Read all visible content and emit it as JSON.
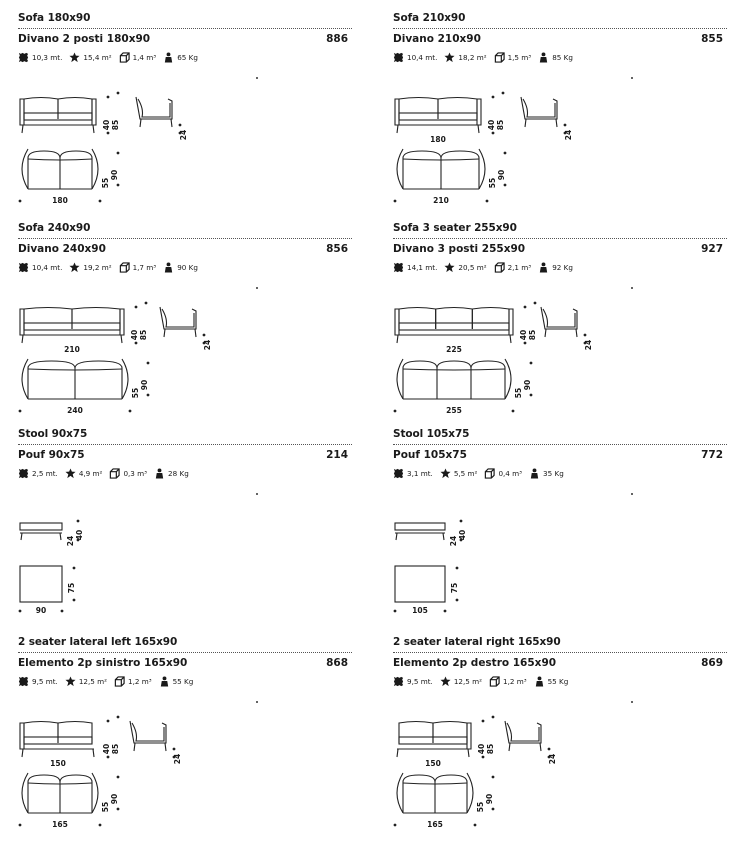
{
  "products": [
    {
      "title_en": "Sofa 180x90",
      "title_it": "Divano 2 posti 180x90",
      "code": "886",
      "specs": {
        "fabric": "10,3 mt.",
        "leather": "15,4 m²",
        "volume": "1,4 m³",
        "weight": "65 Kg"
      },
      "dims": {
        "front": "",
        "depth_front": "40",
        "height": "85",
        "depth_side": "24",
        "plan_width": "180",
        "seat_height": "55",
        "depth": "90"
      }
    },
    {
      "title_en": "Sofa 210x90",
      "title_it": "Divano 210x90",
      "code": "855",
      "specs": {
        "fabric": "10,4 mt.",
        "leather": "18,2 m²",
        "volume": "1,5 m³",
        "weight": "85 Kg"
      },
      "dims": {
        "front": "180",
        "depth_front": "40",
        "height": "85",
        "depth_side": "24",
        "plan_width": "210",
        "seat_height": "55",
        "depth": "90"
      }
    },
    {
      "title_en": "Sofa 240x90",
      "title_it": "Divano 240x90",
      "code": "856",
      "specs": {
        "fabric": "10,4 mt.",
        "leather": "19,2 m²",
        "volume": "1,7 m³",
        "weight": "90 Kg"
      },
      "dims": {
        "front": "210",
        "depth_front": "40",
        "height": "85",
        "depth_side": "24",
        "plan_width": "240",
        "seat_height": "55",
        "depth": "90"
      }
    },
    {
      "title_en": "Sofa 3 seater 255x90",
      "title_it": "Divano 3 posti 255x90",
      "code": "927",
      "specs": {
        "fabric": "14,1 mt.",
        "leather": "20,5 m²",
        "volume": "2,1 m³",
        "weight": "92 Kg"
      },
      "dims": {
        "front": "225",
        "depth_front": "40",
        "height": "85",
        "depth_side": "24",
        "plan_width": "255",
        "seat_height": "55",
        "depth": "90"
      }
    },
    {
      "title_en": "Stool 90x75",
      "title_it": "Pouf 90x75",
      "code": "214",
      "specs": {
        "fabric": "2,5 mt.",
        "leather": "4,9 m²",
        "volume": "0,3 m³",
        "weight": "28 Kg"
      },
      "dims": {
        "depth_side": "24",
        "height": "40",
        "plan_width": "90",
        "depth": "75"
      }
    },
    {
      "title_en": "Stool 105x75",
      "title_it": "Pouf 105x75",
      "code": "772",
      "specs": {
        "fabric": "3,1 mt.",
        "leather": "5,5 m²",
        "volume": "0,4 m³",
        "weight": "35 Kg"
      },
      "dims": {
        "depth_side": "24",
        "height": "40",
        "plan_width": "105",
        "depth": "75"
      }
    },
    {
      "title_en": "2 seater lateral left 165x90",
      "title_it": "Elemento 2p sinistro 165x90",
      "code": "868",
      "specs": {
        "fabric": "9,5 mt.",
        "leather": "12,5 m²",
        "volume": "1,2 m³",
        "weight": "55 Kg"
      },
      "dims": {
        "front": "150",
        "depth_front": "40",
        "height": "85",
        "depth_side": "24",
        "plan_width": "165",
        "seat_height": "55",
        "depth": "90"
      }
    },
    {
      "title_en": "2 seater lateral right 165x90",
      "title_it": "Elemento 2p destro 165x90",
      "code": "869",
      "specs": {
        "fabric": "9,5 mt.",
        "leather": "12,5 m²",
        "volume": "1,2 m³",
        "weight": "55 Kg"
      },
      "dims": {
        "front": "150",
        "depth_front": "40",
        "height": "85",
        "depth_side": "24",
        "plan_width": "165",
        "seat_height": "55",
        "depth": "90"
      }
    }
  ],
  "icons": {
    "fabric": "fabric-swatch-icon",
    "leather": "leather-hide-icon",
    "volume": "volume-box-icon",
    "weight": "weight-person-icon"
  }
}
